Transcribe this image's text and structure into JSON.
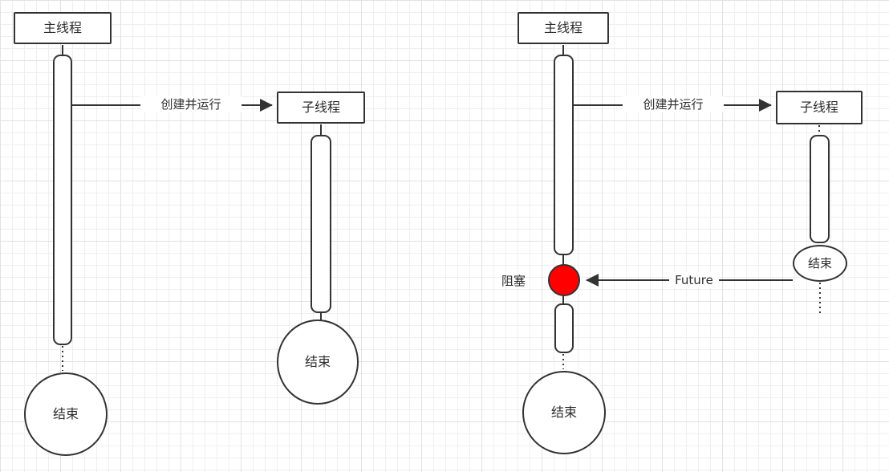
{
  "colors": {
    "stroke": "#333333",
    "shape_fill": "#ffffff",
    "blocked_fill": "#ff0000",
    "grid_minor": "#efefef",
    "grid_major": "#e2e2e2"
  },
  "left_diagram": {
    "main_thread": "主线程",
    "child_thread": "子线程",
    "create_arrow_label": "创建并运行",
    "child_end": "结束",
    "main_end": "结束"
  },
  "right_diagram": {
    "main_thread": "主线程",
    "child_thread": "子线程",
    "create_arrow_label": "创建并运行",
    "blocked_label": "阻塞",
    "future_arrow_label": "Future",
    "child_end": "结束",
    "main_end": "结束"
  }
}
